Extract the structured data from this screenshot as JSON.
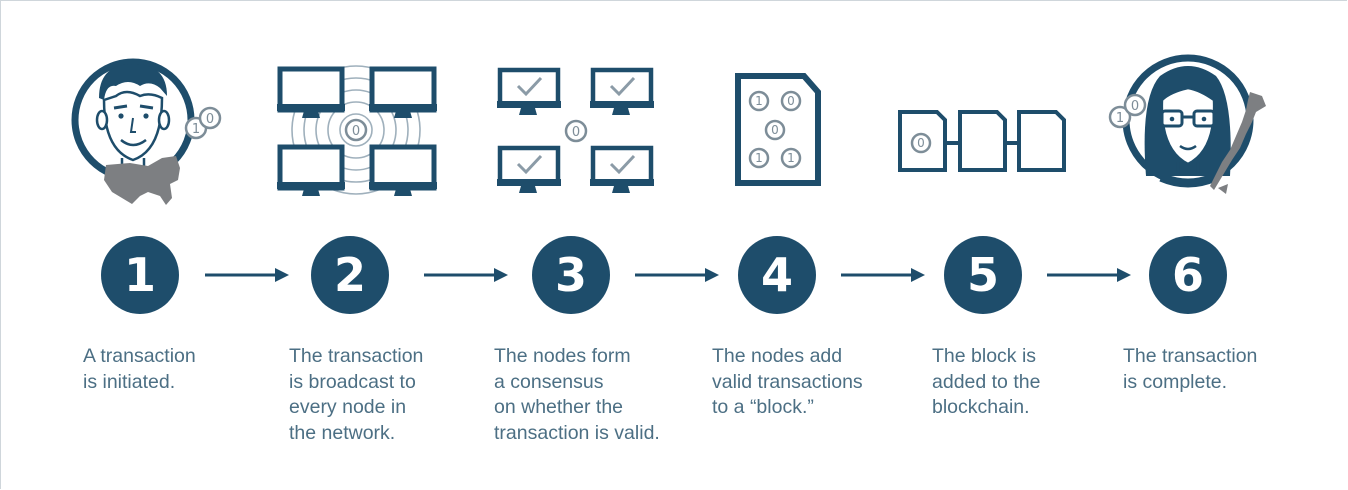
{
  "colors": {
    "primary": "#1e4d6b",
    "text": "#4c6f84",
    "coin": "#7d8d98",
    "map": "#7d7f82"
  },
  "coin_labels": {
    "zero": "0",
    "one": "1"
  },
  "steps": [
    {
      "number": "1",
      "icon": "person-usa-icon",
      "description": "A transaction\nis initiated."
    },
    {
      "number": "2",
      "icon": "broadcast-network-icon",
      "description": "The transaction\nis broadcast to\nevery node in\nthe network."
    },
    {
      "number": "3",
      "icon": "consensus-nodes-icon",
      "description": "The nodes form\na consensus\non whether the\ntransaction is valid."
    },
    {
      "number": "4",
      "icon": "block-document-icon",
      "description": "The nodes add\nvalid transactions\nto a “block.”"
    },
    {
      "number": "5",
      "icon": "blockchain-icon",
      "description": "The block is\nadded to the\nblockchain."
    },
    {
      "number": "6",
      "icon": "person-japan-icon",
      "description": "The transaction\nis complete."
    }
  ]
}
